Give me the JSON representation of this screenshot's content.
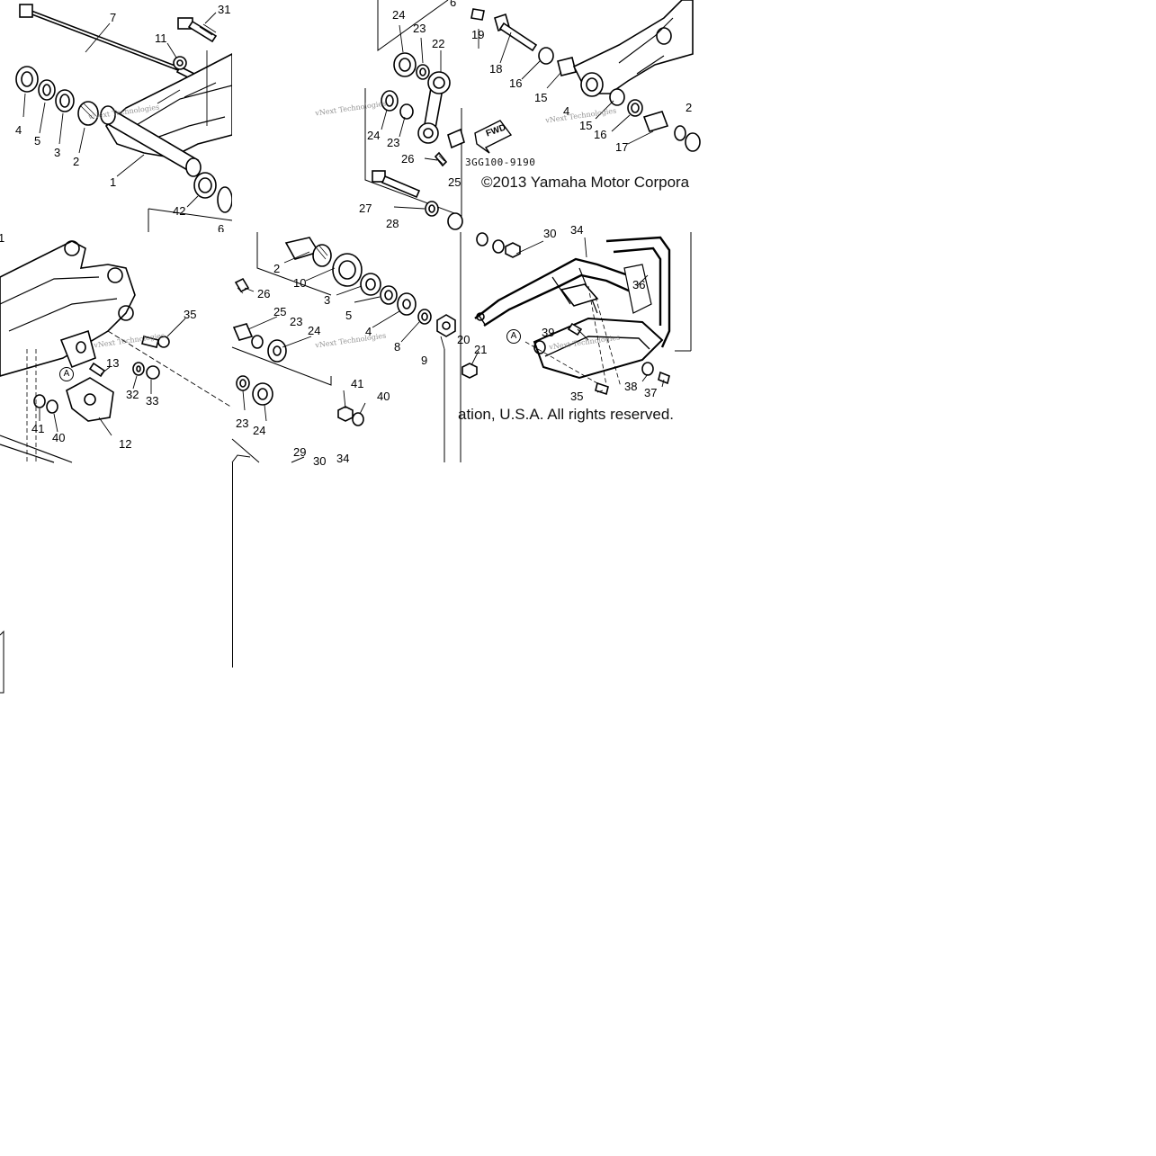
{
  "diagram": {
    "part_code": "3GG100-9190",
    "copyright_start": "©2013 Yamaha Motor Corpora",
    "copyright_end": "ation, U.S.A. All rights reserved.",
    "watermark": "vNext Technologies",
    "fwd_label": "FWD",
    "marker_label": "A"
  },
  "callouts": {
    "tile1": [
      "7",
      "31",
      "11",
      "4",
      "5",
      "3",
      "2",
      "1",
      "42",
      "6"
    ],
    "tile2": [
      "24",
      "23",
      "22",
      "6",
      "19",
      "18",
      "16",
      "15",
      "4",
      "15",
      "16",
      "17",
      "2",
      "24",
      "23",
      "26",
      "25",
      "27",
      "28"
    ],
    "tile3": [
      "1",
      "35",
      "13",
      "32",
      "33",
      "41",
      "40",
      "12"
    ],
    "tile4": [
      "2",
      "10",
      "26",
      "3",
      "5",
      "4",
      "25",
      "23",
      "24",
      "8",
      "9",
      "41",
      "40",
      "23",
      "24",
      "29",
      "30",
      "34"
    ],
    "tile5": [
      "30",
      "34",
      "36",
      "20",
      "21",
      "39",
      "35",
      "38",
      "37"
    ]
  }
}
